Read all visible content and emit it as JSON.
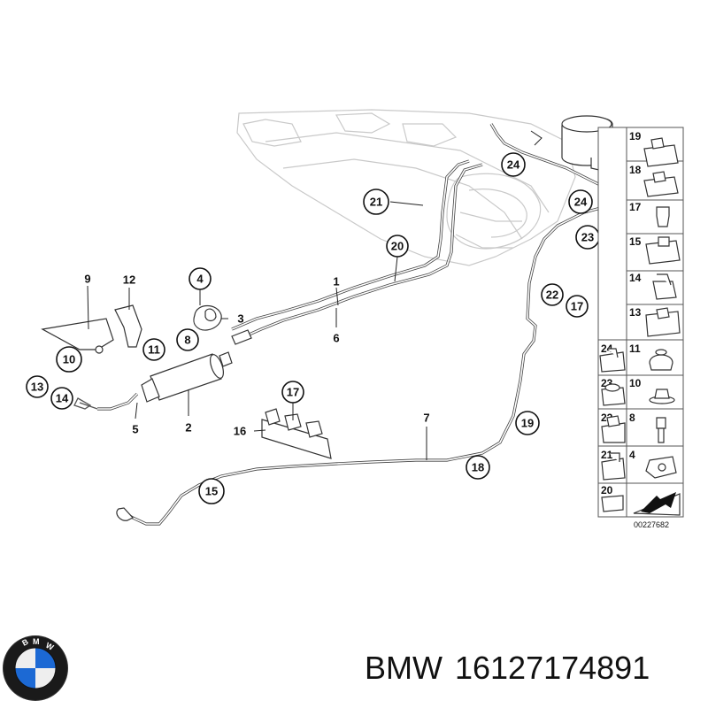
{
  "diagram": {
    "callouts": {
      "c1": "1",
      "c2": "2",
      "c3": "3",
      "c4": "4",
      "c5": "5",
      "c6": "6",
      "c7": "7",
      "c8": "8",
      "c9": "9",
      "c10": "10",
      "c11": "11",
      "c12": "12",
      "c13": "13",
      "c14": "14",
      "c15": "15",
      "c16": "16",
      "c17a": "17",
      "c17b": "17",
      "c18": "18",
      "c19": "19",
      "c20": "20",
      "c21": "21",
      "c22": "22",
      "c23": "23",
      "c24a": "24",
      "c24b": "24"
    },
    "legend_items": [
      "19",
      "18",
      "17",
      "15",
      "14",
      "13",
      "24",
      "11",
      "23",
      "10",
      "22",
      "8",
      "21",
      "4",
      "20"
    ],
    "diagram_id": "00227682"
  },
  "footer": {
    "brand": "BMW",
    "part_number": "16127174891"
  }
}
